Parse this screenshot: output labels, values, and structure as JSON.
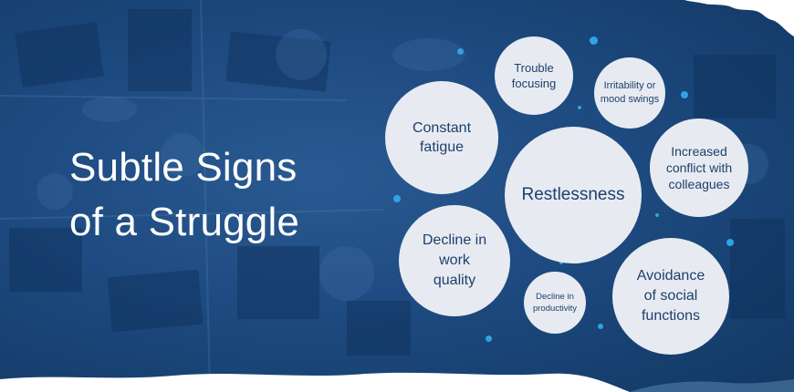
{
  "title": {
    "line1": "Subtle Signs",
    "line2": "of a Struggle"
  },
  "bubbles": [
    {
      "text": "Trouble focusing"
    },
    {
      "text": "Irritability or mood swings"
    },
    {
      "text": "Constant fatigue"
    },
    {
      "text": "Restlessness"
    },
    {
      "text": "Increased conflict with colleagues"
    },
    {
      "text": "Decline in work quality"
    },
    {
      "text": "Decline in productivity"
    },
    {
      "text": "Avoidance of social functions"
    }
  ],
  "colors": {
    "background": "#1d4a80",
    "bubble": "#e7ebf1",
    "bubble_text": "#1e3f6b",
    "accent_dot": "#2fa3e6",
    "title_text": "#ffffff"
  }
}
